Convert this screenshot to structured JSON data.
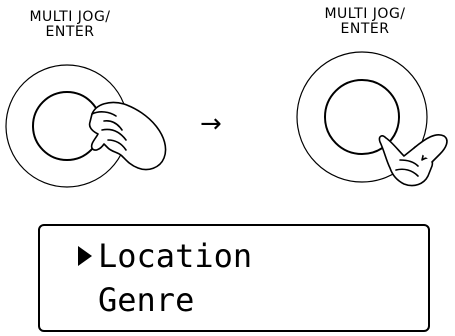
{
  "knob_left": {
    "label_line1": "MULTI JOG/",
    "label_line2": "ENTER"
  },
  "knob_right": {
    "label_line1": "MULTI JOG/",
    "label_line2": "ENTER"
  },
  "arrow": "→",
  "display": {
    "lines": [
      "Location",
      "Genre"
    ],
    "selected_index": 0
  }
}
